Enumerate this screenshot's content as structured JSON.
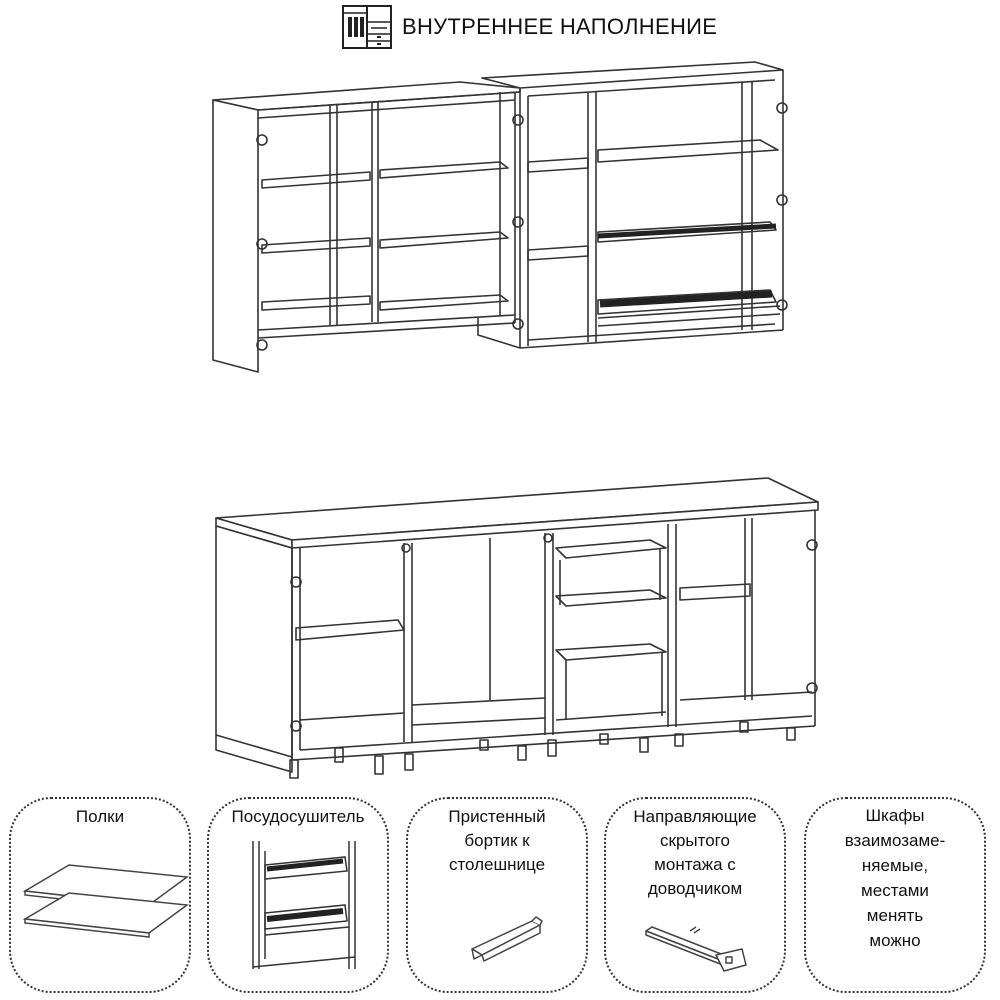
{
  "header": {
    "title": "ВНУТРЕННЕЕ НАПОЛНЕНИЕ",
    "icon": "wardrobe-icon"
  },
  "features": [
    {
      "label": "Полки",
      "icon": "shelves-icon"
    },
    {
      "label": "Посудосушитель",
      "icon": "dish-rack-icon"
    },
    {
      "label": "Пристенный\nбортик к\nстолешнице",
      "icon": "countertop-edge-icon"
    },
    {
      "label": "Направляющие\nскрытого\nмонтажа с\nдоводчиком",
      "icon": "drawer-slide-icon"
    },
    {
      "label": "Шкафы\nвзаимозаме-\nняемые,\nместами\nменять\nможно",
      "icon": ""
    }
  ]
}
